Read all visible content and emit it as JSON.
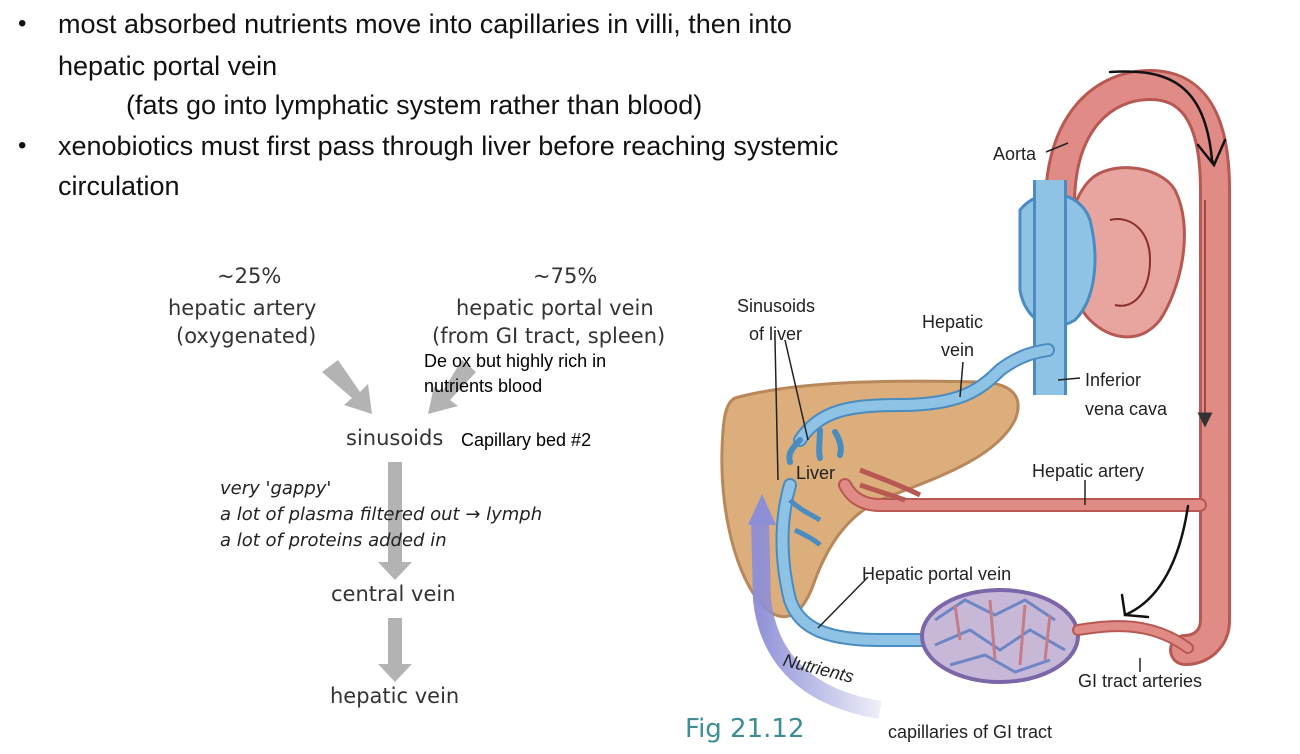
{
  "bullets": [
    {
      "text": "most absorbed nutrients move into capillaries in villi, then into"
    },
    {
      "text": "hepatic portal vein"
    },
    {
      "text": "(fats go into lymphatic system rather than blood)"
    },
    {
      "text": "xenobiotics must first pass through liver before reaching systemic"
    },
    {
      "text": "circulation"
    }
  ],
  "flow": {
    "artery_pct": "~25%",
    "artery_name": "hepatic artery",
    "artery_note": "(oxygenated)",
    "portal_pct": "~75%",
    "portal_name": "hepatic portal vein",
    "portal_note": "(from GI tract, spleen)",
    "deox_note_1": "De ox but highly rich in",
    "deox_note_2": "nutrients blood",
    "sinusoids": "sinusoids",
    "capillary_note": "Capillary bed #2",
    "gappy_1": "very 'gappy'",
    "gappy_2": "a lot of plasma filtered out → lymph",
    "gappy_3": "a lot of proteins added in",
    "central_vein": "central vein",
    "hepatic_vein": "hepatic vein"
  },
  "figure": {
    "aorta": "Aorta",
    "sinusoids_1": "Sinusoids",
    "sinusoids_2": "of liver",
    "hepatic_vein_1": "Hepatic",
    "hepatic_vein_2": "vein",
    "ivc_1": "Inferior",
    "ivc_2": "vena cava",
    "liver": "Liver",
    "hepatic_artery": "Hepatic artery",
    "hepatic_portal_vein": "Hepatic portal vein",
    "nutrients": "Nutrients",
    "gi_arteries": "GI tract arteries",
    "gi_capillaries": "capillaries of GI tract",
    "caption": "Fig 21.12"
  },
  "colors": {
    "artery": "#e08b86",
    "artery_dark": "#b85852",
    "vein": "#8fc3e6",
    "vein_dark": "#4a8cc0",
    "liver": "#dcae7c",
    "liver_dark": "#b8875a",
    "heart": "#e8a5a0",
    "nutrients_arrow": "#8d8fd6",
    "caption": "#3c8d96",
    "flow_arrow": "#b0b0b0"
  }
}
